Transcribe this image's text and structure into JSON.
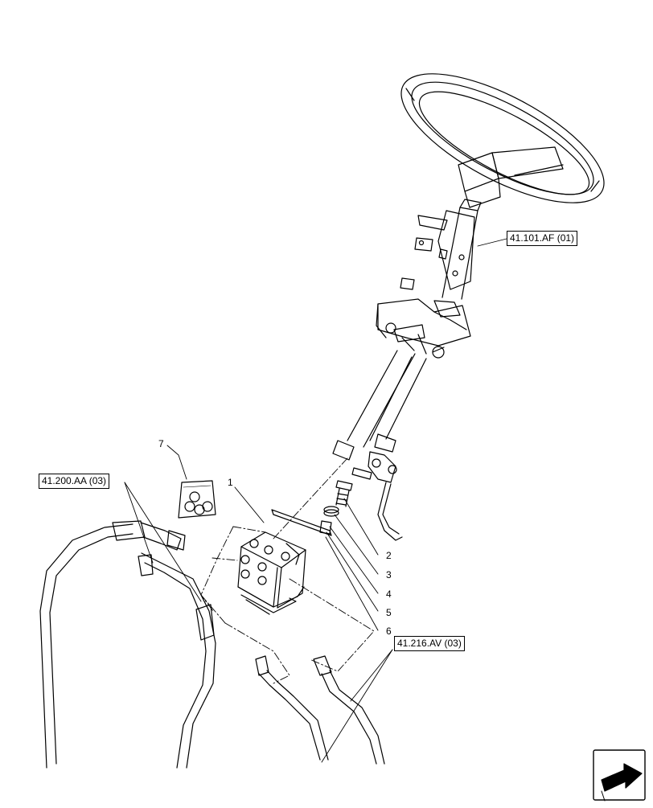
{
  "references": {
    "steering_column": "41.101.AF (01)",
    "hoses_left": "41.200.AA (03)",
    "hoses_bottom": "41.216.AV (03)"
  },
  "callouts": [
    "1",
    "2",
    "3",
    "4",
    "5",
    "6",
    "7"
  ]
}
